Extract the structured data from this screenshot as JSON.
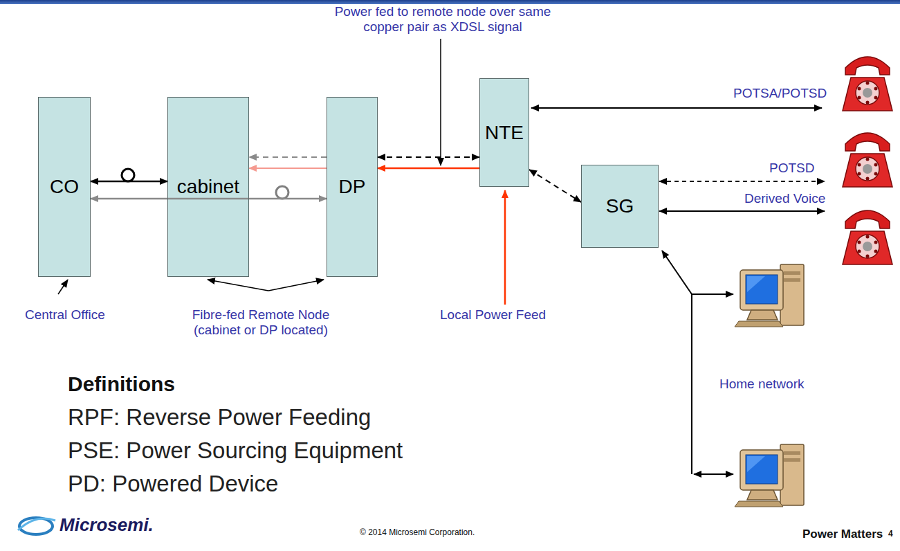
{
  "diagram": {
    "nodes": [
      {
        "text": [
          "CO"
        ]
      },
      {
        "text": [
          "cabinet"
        ]
      },
      {
        "text": [
          "DP"
        ]
      },
      {
        "text": [
          "NTE"
        ]
      },
      {
        "text": [
          "SG"
        ]
      }
    ],
    "edges": [
      {
        "from": 0,
        "to": 1,
        "arrow": "both"
      },
      {
        "from": 0,
        "to": 2,
        "arrow": "both"
      },
      {
        "from": 2,
        "to": 1,
        "arrow": "to"
      },
      {
        "from": 2,
        "to": 1,
        "arrow": "to"
      },
      {
        "from": 3,
        "to": 2,
        "arrow": "both"
      },
      {
        "from": 3,
        "to": 2,
        "arrow": "to"
      },
      {
        "from": 3,
        "to": 4,
        "arrow": "both"
      }
    ],
    "labels": [
      "Power fed to remote node over same copper pair as XDSL signal",
      "Central Office",
      "Fibre-fed Remote Node (cabinet or DP located)",
      "Local Power Feed",
      "POTSA/POTSD",
      "POTSD",
      "Derived Voice",
      "Home network",
      "Definitions",
      "RPF: Reverse Power Feeding",
      "PSE: Power Sourcing Equipment",
      "PD: Powered Device",
      "Microsemi.",
      "© 2014 Microsemi Corporation.",
      "Power Matters",
      "4"
    ]
  }
}
